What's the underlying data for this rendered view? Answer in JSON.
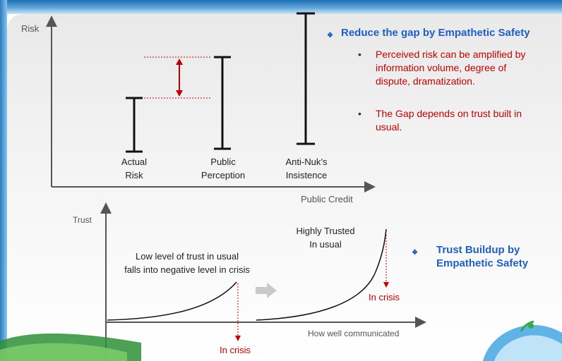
{
  "risk_chart": {
    "y_axis_label": "Risk",
    "x_axis_label": "Public Credit",
    "bars": [
      {
        "line1": "Actual",
        "line2": "Risk"
      },
      {
        "line1": "Public",
        "line2": "Perception"
      },
      {
        "line1": "Anti-Nuk’s",
        "line2": "Insistence"
      }
    ]
  },
  "risk_bullets": {
    "heading": "Reduce the gap by Empathetic Safety",
    "items": [
      {
        "line1": "Perceived risk can be amplified by",
        "line2": "information volume, degree of",
        "line3": "dispute, dramatization."
      },
      {
        "line1": "The Gap depends on trust built in",
        "line2": "usual."
      }
    ]
  },
  "trust_chart": {
    "y_axis_label": "Trust",
    "x_axis_label": "How well communicated",
    "low_caption_line1": "Low level of trust in usual",
    "low_caption_line2": "falls into negative level in crisis",
    "high_caption_line1": "Highly Trusted",
    "high_caption_line2": "In usual",
    "crisis_low": "In crisis",
    "crisis_high": "In crisis"
  },
  "trust_bullet": {
    "line1": "Trust Buildup by",
    "line2": "Empathetic Safety"
  },
  "colors": {
    "accent_red": "#c00000",
    "heading_blue": "#1f5fbf"
  }
}
